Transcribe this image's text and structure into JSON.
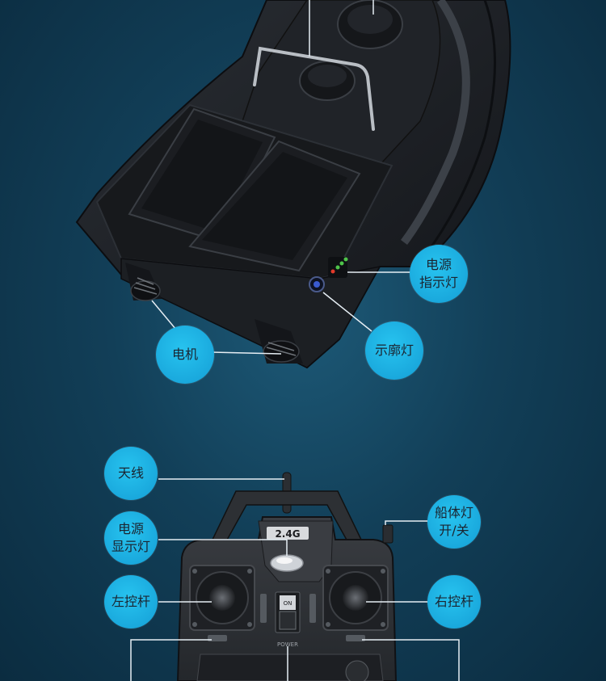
{
  "boat": {
    "callouts": {
      "power_indicator": [
        "电源",
        "指示灯"
      ],
      "motor": "电机",
      "contour_light": "示廓灯"
    }
  },
  "remote": {
    "band_label": "2.4G",
    "switch_on": "ON",
    "switch_power": "POWER",
    "callouts": {
      "antenna": "天线",
      "power_display": [
        "电源",
        "显示灯"
      ],
      "hull_light_switch": [
        "船体灯",
        "开/关"
      ],
      "left_stick": "左控杆",
      "right_stick": "右控杆"
    }
  },
  "colors": {
    "bubble": "#1aa9dd",
    "callout_line": "#e6eef4",
    "background": "#123f58",
    "boat_body": "#1e2126",
    "remote_body": "#2a2d31"
  }
}
